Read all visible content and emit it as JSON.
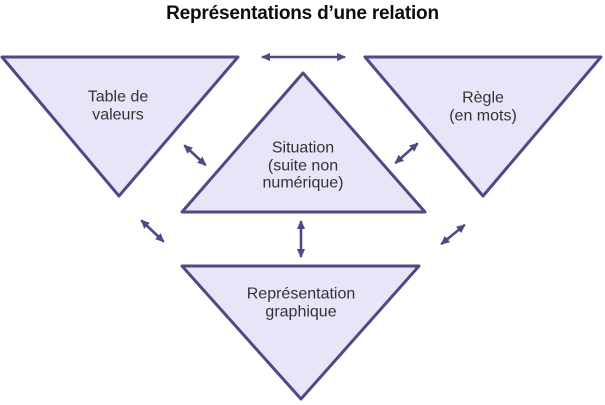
{
  "title": "Représentations d’une relation",
  "colors": {
    "triangle_fill": "#e9e4f8",
    "triangle_stroke": "#4b4b86",
    "arrow": "#4b4b86",
    "label_text": "#333333",
    "title_text": "#0d0d0d",
    "background": "#ffffff"
  },
  "nodes": {
    "table": {
      "label": "Table de\nvaleurs"
    },
    "situation": {
      "label": "Situation\n(suite non\nnumérique)"
    },
    "regle": {
      "label": "Règle\n(en mots)"
    },
    "graphique": {
      "label": "Représentation\ngraphique"
    }
  },
  "connections": [
    {
      "from": "table",
      "to": "regle",
      "style": "double-arrow"
    },
    {
      "from": "table",
      "to": "situation",
      "style": "double-arrow"
    },
    {
      "from": "situation",
      "to": "regle",
      "style": "double-arrow"
    },
    {
      "from": "situation",
      "to": "graphique",
      "style": "double-arrow"
    },
    {
      "from": "table",
      "to": "graphique",
      "style": "double-arrow"
    },
    {
      "from": "regle",
      "to": "graphique",
      "style": "double-arrow"
    }
  ]
}
